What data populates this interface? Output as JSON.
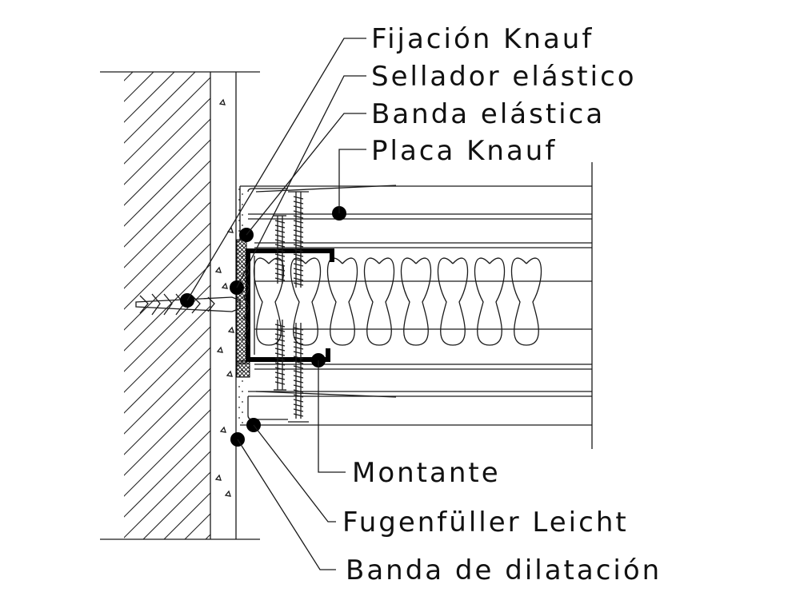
{
  "labels": {
    "fijacion": "Fijación Knauf",
    "sellador": "Sellador elástico",
    "banda_elastica": "Banda elástica",
    "placa": "Placa Knauf",
    "montante": "Montante",
    "fugenfuller": "Fugenfüller Leicht",
    "banda_dilatacion": "Banda de dilatación"
  }
}
